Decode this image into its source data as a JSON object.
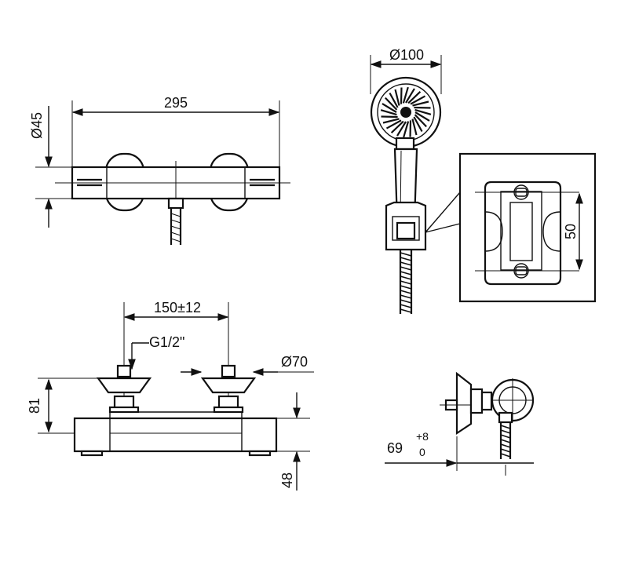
{
  "dimensions": {
    "top_width": "295",
    "top_diameter": "Ø45",
    "showerhead_diameter": "Ø100",
    "holder_height": "50",
    "inlet_spacing": "150±12",
    "thread": "G1/2\"",
    "flange_diameter": "Ø70",
    "height_81": "81",
    "height_48": "48",
    "depth_69": "69",
    "tol_plus": "+8",
    "tol_zero": "0"
  },
  "colors": {
    "line": "#111111",
    "background": "#ffffff"
  }
}
